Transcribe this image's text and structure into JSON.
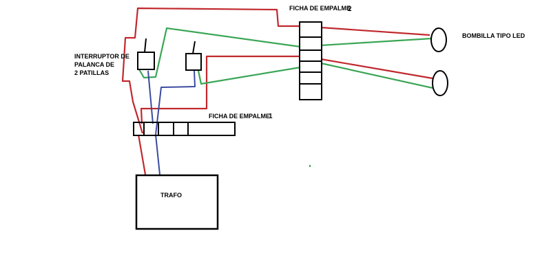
{
  "labels": {
    "ficha2": "FICHA DE EMPALME",
    "ficha2_num": "2",
    "ficha1": "FICHA DE EMPALME",
    "ficha1_num": "1",
    "bombilla": "BOMBILLA TIPO LED",
    "interruptor_l1": "INTERRUPTOR DE",
    "interruptor_l2": "PALANCA DE",
    "interruptor_l3": "2 PATILLAS",
    "trafo": "TRAFO"
  },
  "colors": {
    "red_wire": "#c0282d",
    "green_wire": "#3aa655",
    "blue_wire": "#3a4aa0",
    "outline": "#000000"
  }
}
